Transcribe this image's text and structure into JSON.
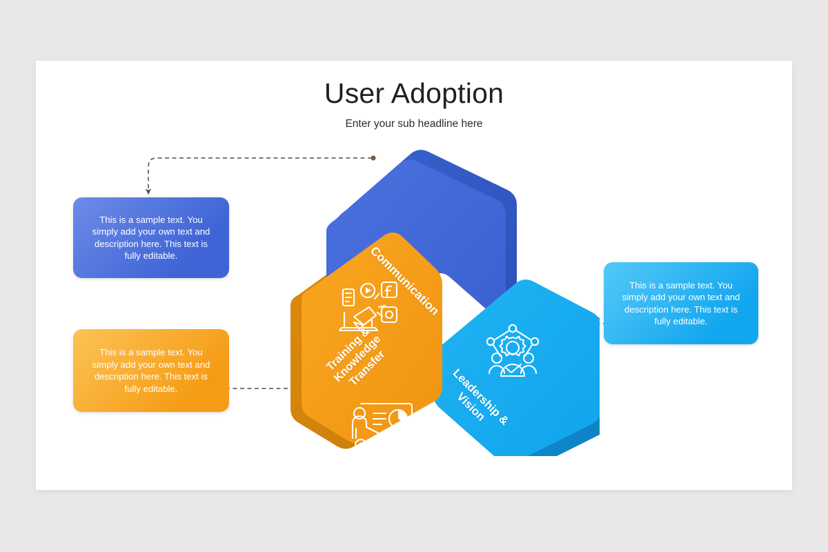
{
  "slide": {
    "title": "User Adoption",
    "subtitle": "Enter your sub headline here",
    "background": "#e9e7e8",
    "canvas_color": "#ffffff"
  },
  "sample_text": "This is a sample text. You simply add your own text and description here. This text is fully editable.",
  "segments": [
    {
      "id": "communication",
      "label": "Communication",
      "label_lines": [
        "Communication"
      ],
      "icon": "megaphone-social-laptop-icon",
      "fill": "#3e68d8",
      "shade": "#3257c4",
      "box_text": "This is a sample text. You simply add your own text and description here. This text is fully editable.",
      "box_gradient_from": "#6c8ce8",
      "box_gradient_to": "#3f64d6"
    },
    {
      "id": "training-knowledge-transfer",
      "label": "Training & Knowledge Transfer",
      "label_lines": [
        "Training &",
        "Knowledge",
        "Transfer"
      ],
      "icon": "training-presentation-audience-icon",
      "fill": "#f59c16",
      "shade": "#d8840a",
      "box_text": "This is a sample text. You simply add your own text and description here. This text is fully editable.",
      "box_gradient_from": "#fcc356",
      "box_gradient_to": "#f59c16"
    },
    {
      "id": "leadership-vision",
      "label": "Leadership & Vision",
      "label_lines": [
        "Leadership &",
        "Vision"
      ],
      "icon": "leader-team-network-icon",
      "fill": "#16aaf0",
      "shade": "#1389cc",
      "box_text": "This is a sample text. You simply add your own text and description here. This text is fully editable.",
      "box_gradient_from": "#54c9f8",
      "box_gradient_to": "#12a6ee"
    }
  ],
  "connectors": {
    "stroke": "#4d4d4d",
    "dot_color": "#7a5a3c",
    "style": "dashed-with-arrow"
  }
}
